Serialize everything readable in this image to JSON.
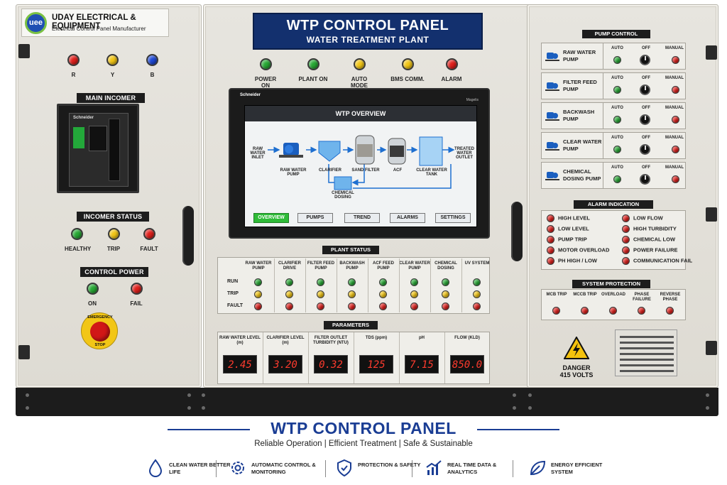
{
  "brand": {
    "logo_text": "uee",
    "name": "UDAY ELECTRICAL & EQUIPMENT",
    "tagline": "Electrical Control Panel Manufacturer"
  },
  "phase_lamps": [
    {
      "label": "R",
      "color": "red"
    },
    {
      "label": "Y",
      "color": "yellow"
    },
    {
      "label": "B",
      "color": "blue"
    }
  ],
  "main_incomer": {
    "title": "MAIN INCOMER",
    "breaker_brand": "Schneider"
  },
  "incomer_status": {
    "title": "INCOMER STATUS",
    "lamps": [
      {
        "label": "HEALTHY",
        "color": "green"
      },
      {
        "label": "TRIP",
        "color": "yellow"
      },
      {
        "label": "FAULT",
        "color": "red"
      }
    ]
  },
  "control_power": {
    "title": "CONTROL POWER",
    "lamps": [
      {
        "label": "ON",
        "color": "green"
      },
      {
        "label": "FAIL",
        "color": "red"
      }
    ]
  },
  "emergency": {
    "top": "EMERGENCY",
    "bottom": "STOP"
  },
  "title_plate": {
    "title": "WTP CONTROL PANEL",
    "subtitle": "WATER TREATMENT PLANT"
  },
  "top_indicators": [
    {
      "label": "POWER ON",
      "color": "green"
    },
    {
      "label": "PLANT ON",
      "color": "green"
    },
    {
      "label": "AUTO MODE",
      "color": "yellow"
    },
    {
      "label": "BMS COMM.",
      "color": "yellow"
    },
    {
      "label": "ALARM",
      "color": "red"
    }
  ],
  "hmi": {
    "brand": "Schneider",
    "model": "Magelis",
    "screen_title": "WTP OVERVIEW",
    "process": {
      "inlet": "RAW WATER INLET",
      "pump": "RAW WATER PUMP",
      "clarifier": "CLARIFIER",
      "sand": "SAND FILTER",
      "acf": "ACF",
      "tank": "CLEAR WATER TANK",
      "outlet": "TREATED WATER OUTLET",
      "dosing": "CHEMICAL DOSING"
    },
    "tabs": [
      {
        "label": "OVERVIEW",
        "active": true
      },
      {
        "label": "PUMPS"
      },
      {
        "label": "TREND"
      },
      {
        "label": "ALARMS"
      },
      {
        "label": "SETTINGS"
      }
    ]
  },
  "plant_status": {
    "title": "PLANT STATUS",
    "columns": [
      "RAW WATER PUMP",
      "CLARIFIER DRIVE",
      "FILTER FEED PUMP",
      "BACKWASH PUMP",
      "ACF FEED PUMP",
      "CLEAR WATER PUMP",
      "CHEMICAL DOSING",
      "UV SYSTEM"
    ],
    "rows": [
      {
        "label": "RUN",
        "color": "green"
      },
      {
        "label": "TRIP",
        "color": "yellow"
      },
      {
        "label": "FAULT",
        "color": "red"
      }
    ]
  },
  "parameters": {
    "title": "PARAMETERS",
    "items": [
      {
        "label": "RAW WATER LEVEL (m)",
        "value": "2.45"
      },
      {
        "label": "CLARIFIER LEVEL (m)",
        "value": "3.20"
      },
      {
        "label": "FILTER OUTLET TURBIDITY (NTU)",
        "value": "0.32"
      },
      {
        "label": "TDS (ppm)",
        "value": "125"
      },
      {
        "label": "pH",
        "value": "7.15"
      },
      {
        "label": "FLOW (KLD)",
        "value": "850.0"
      }
    ]
  },
  "pump_control": {
    "title": "PUMP CONTROL",
    "mode_labels": {
      "auto": "AUTO",
      "off": "OFF",
      "manual": "MANUAL"
    },
    "pumps": [
      "RAW WATER PUMP",
      "FILTER FEED PUMP",
      "BACKWASH PUMP",
      "CLEAR WATER PUMP",
      "CHEMICAL DOSING PUMP"
    ]
  },
  "alarm_indication": {
    "title": "ALARM INDICATION",
    "left": [
      "HIGH LEVEL",
      "LOW LEVEL",
      "PUMP TRIP",
      "MOTOR OVERLOAD",
      "PH HIGH / LOW"
    ],
    "right": [
      "LOW FLOW",
      "HIGH TURBIDITY",
      "CHEMICAL LOW",
      "POWER FAILURE",
      "COMMUNICATION FAIL"
    ]
  },
  "system_protection": {
    "title": "SYSTEM PROTECTION",
    "items": [
      "MCB TRIP",
      "MCCB TRIP",
      "OVERLOAD",
      "PHASE FAILURE",
      "REVERSE PHASE"
    ]
  },
  "danger": {
    "line1": "DANGER",
    "line2": "415 VOLTS"
  },
  "footer": {
    "title": "WTP CONTROL PANEL",
    "tagline": "Reliable Operation   |   Efficient Treatment   |   Safe & Sustainable",
    "features": [
      {
        "icon": "water-drop-icon",
        "text": "CLEAN WATER BETTER LIFE"
      },
      {
        "icon": "gear-icon",
        "text": "AUTOMATIC CONTROL & MONITORING"
      },
      {
        "icon": "shield-icon",
        "text": "PROTECTION & SAFETY"
      },
      {
        "icon": "analytics-chart-icon",
        "text": "REAL TIME DATA & ANALYTICS"
      },
      {
        "icon": "leaf-icon",
        "text": "ENERGY EFFICIENT SYSTEM"
      }
    ]
  }
}
